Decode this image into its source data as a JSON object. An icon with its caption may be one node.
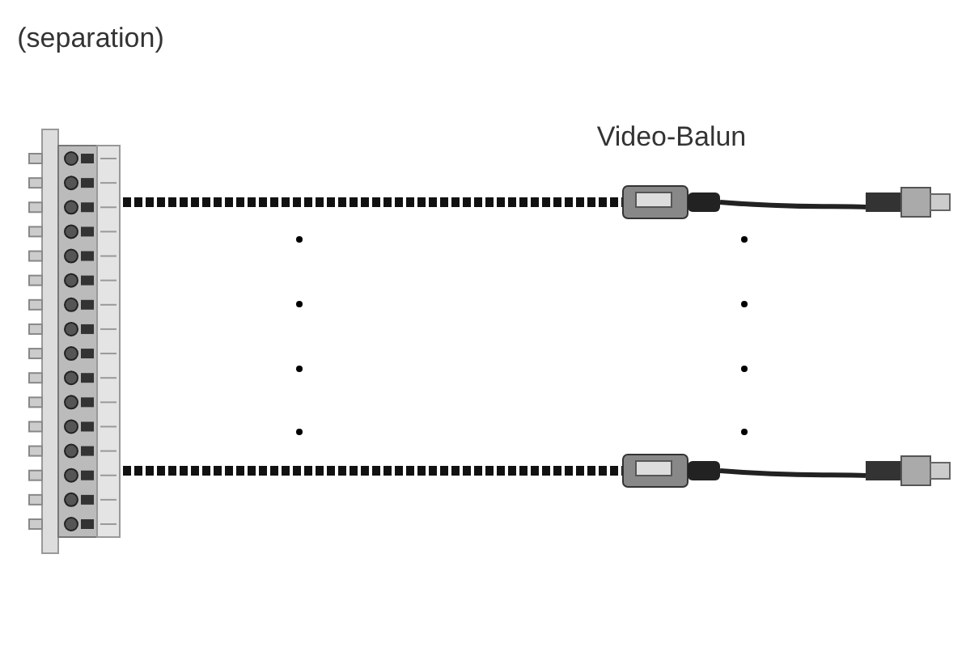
{
  "diagram": {
    "nodes": [
      {
        "text": [
          "(separation)"
        ]
      },
      {
        "text": [
          "Video-Balun"
        ]
      },
      {
        "text": [],
        "shape": "picture"
      }
    ],
    "edges": [
      {
        "from": 0,
        "to": 1,
        "arrow": "none"
      },
      {
        "from": 0,
        "to": 2,
        "arrow": "none"
      }
    ]
  }
}
